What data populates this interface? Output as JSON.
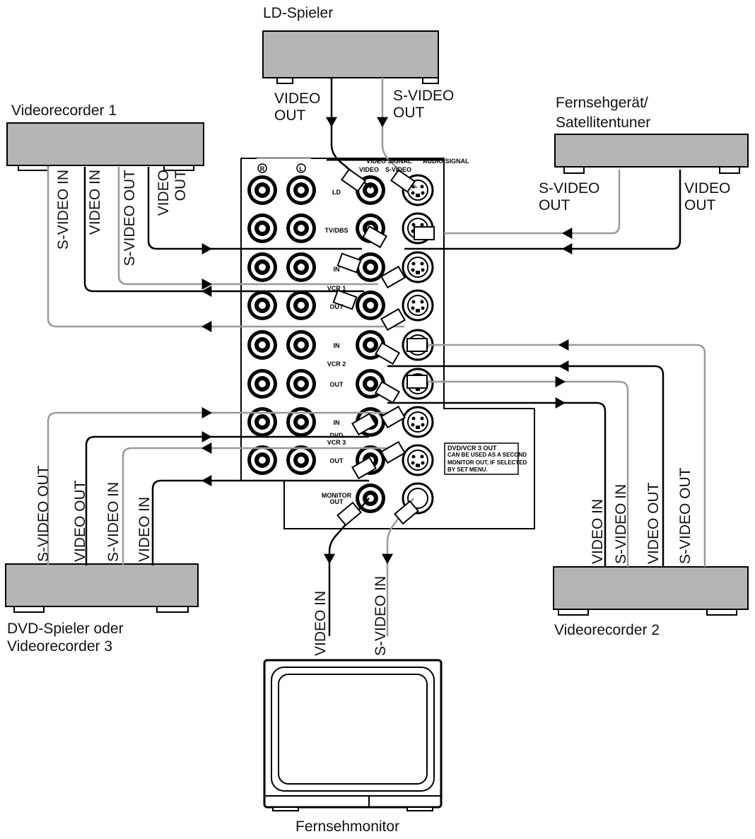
{
  "devices": {
    "ld_player": "LD-Spieler",
    "vcr1": "Videorecorder 1",
    "tv_tuner_line1": "Fernsehgerät/",
    "tv_tuner_line2": "Satellitentuner",
    "dvd_line1": "DVD-Spieler oder",
    "dvd_line2": "Videorecorder 3",
    "vcr2": "Videorecorder 2",
    "monitor": "Fernsehmonitor"
  },
  "ports": {
    "video_out_1": "VIDEO",
    "video_out_2": "OUT",
    "s_video_out_1": "S-VIDEO",
    "s_video_out_2": "OUT",
    "video_in": "VIDEO IN",
    "s_video_in": "S-VIDEO IN",
    "video_out": "VIDEO OUT",
    "s_video_out": "S-VIDEO OUT"
  },
  "receiver": {
    "header_video_signal": "VIDEO SIGNAL",
    "header_audio_signal": "AUDIO SIGNAL",
    "header_video": "VIDEO",
    "header_s_video": "S-VIDEO",
    "ch_r": "R",
    "ch_l": "L",
    "ld": "LD",
    "tv_dbs": "TV/DBS",
    "in": "IN",
    "out": "OUT",
    "vcr1": "VCR 1",
    "vcr2": "VCR 2",
    "dvd": "DVD",
    "vcr3": "VCR 3",
    "monitor": "MONITOR",
    "monitor_out": "OUT",
    "note_1": "DVD/VCR 3 OUT",
    "note_2": "CAN BE USED AS A SECOND",
    "note_3": "MONITOR OUT, IF SELECTED",
    "note_4": "BY SET MENU."
  }
}
